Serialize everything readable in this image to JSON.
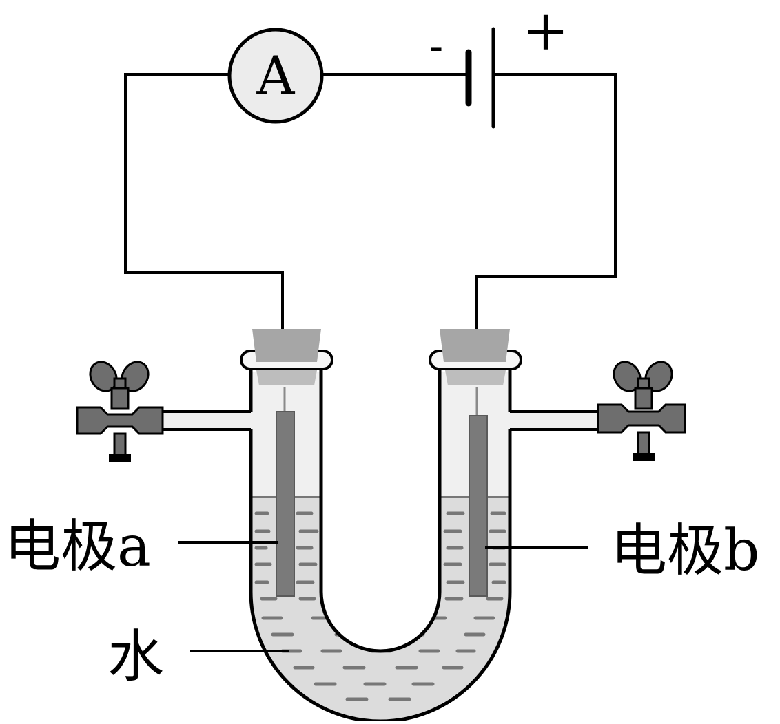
{
  "diagram": {
    "ammeter_symbol": "A",
    "battery_negative": "-",
    "battery_positive": "+",
    "label_electrode_a": "电极a",
    "label_electrode_b": "电极b",
    "label_water": "水"
  },
  "colors": {
    "line": "#000000",
    "glass_fill": "#f0f0f0",
    "water_fill": "#dcdcdc",
    "stopper": "#a6a6a6",
    "electrode": "#7a7a7a",
    "clamp": "#6e6e6e",
    "ammeter_fill": "#ececec"
  }
}
